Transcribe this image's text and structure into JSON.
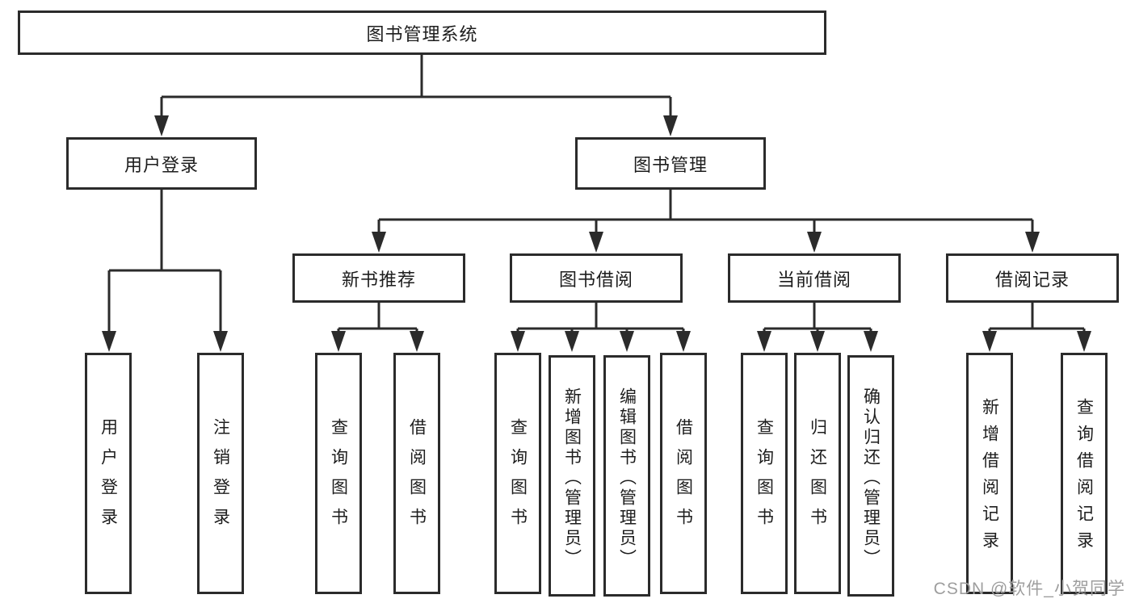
{
  "diagram": {
    "type": "hierarchy",
    "colors": {
      "line": "#2b2b2b",
      "box_border": "#2b2b2b",
      "text": "#1d1d1d",
      "watermark": "#9e9e9e",
      "background": "#ffffff"
    },
    "nodes": {
      "root": "图书管理系统",
      "user_login": "用户登录",
      "book_management": "图书管理",
      "new_book_recommend": "新书推荐",
      "book_borrowing": "图书借阅",
      "current_borrowing": "当前借阅",
      "borrow_records": "借阅记录"
    },
    "leaves": {
      "user_login": "用户登录",
      "logout": "注销登录",
      "nbr_query_books": "查询图书",
      "nbr_borrow_books": "借阅图书",
      "bb_query_books": "查询图书",
      "bb_add_books": "新增图书（管理员）",
      "bb_edit_books": "编辑图书（管理员）",
      "bb_borrow_books": "借阅图书",
      "cb_query_books": "查询图书",
      "cb_return_books": "归还图书",
      "cb_confirm_return": "确认归还（管理员）",
      "br_add_record": "新增借阅记录",
      "br_query_record": "查询借阅记录"
    }
  },
  "watermark": {
    "text": "CSDN @软件_小贺同学"
  }
}
